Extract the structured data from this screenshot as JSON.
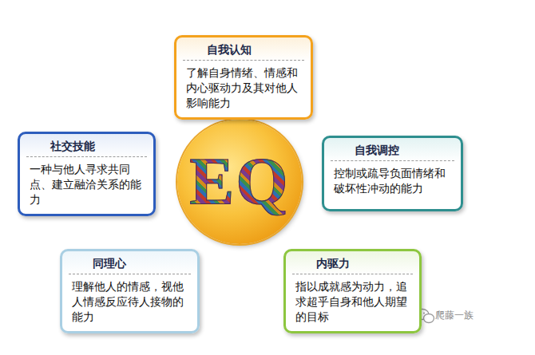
{
  "diagram": {
    "nodes": [
      {
        "text": [
          "EQ"
        ]
      },
      {
        "text": [
          "自我认知",
          "了解自身情绪、情感和内心驱动力及其对他人影响能力"
        ]
      },
      {
        "text": [
          "自我调控",
          "控制或疏导负面情绪和破坏性冲动的能力"
        ]
      },
      {
        "text": [
          "内驱力",
          "指以成就感为动力，追求超乎自身和他人期望的目标"
        ]
      },
      {
        "text": [
          "同理心",
          "理解他人的情感，视他人情感反应待人接物的能力"
        ]
      },
      {
        "text": [
          "社交技能",
          "一种与他人寻求共同点、建立融洽关系的能力"
        ]
      }
    ],
    "labels": [
      "爬藤一族"
    ]
  }
}
